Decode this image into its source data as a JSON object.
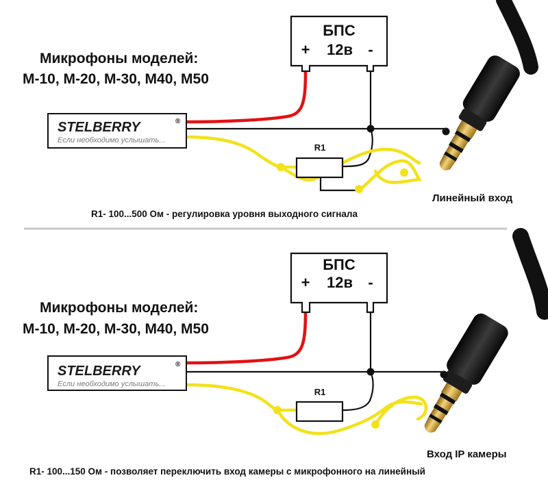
{
  "colors": {
    "power_wire": "#e31212",
    "signal_wire": "#f2e21a",
    "ground_wire": "#111111",
    "divider": "#c8c8c8",
    "plug_gold": "#d9a531",
    "plug_body": "#161616"
  },
  "top": {
    "title_line1": "Микрофоны моделей:",
    "title_line2": "М-10, М-20, М-30, М40, М50",
    "brand": "STELBERRY",
    "registered": "®",
    "slogan": "Если необходимо услышать...",
    "psu_title": "БПС",
    "psu_plus": "+",
    "psu_voltage": "12в",
    "psu_minus": "-",
    "resistor_label": "R1",
    "jack_label": "Линейный вход",
    "note": "R1- 100...500 Ом - регулировка уровня выходного сигнала"
  },
  "bottom": {
    "title_line1": "Микрофоны моделей:",
    "title_line2": "М-10, М-20, М-30, М40, М50",
    "brand": "STELBERRY",
    "registered": "®",
    "slogan": "Если необходимо услышать...",
    "psu_title": "БПС",
    "psu_plus": "+",
    "psu_voltage": "12в",
    "psu_minus": "-",
    "resistor_label": "R1",
    "jack_label": "Вход IP камеры",
    "note": "R1- 100...150 Ом - позволяет переключить вход камеры с микрофонного на линейный"
  }
}
